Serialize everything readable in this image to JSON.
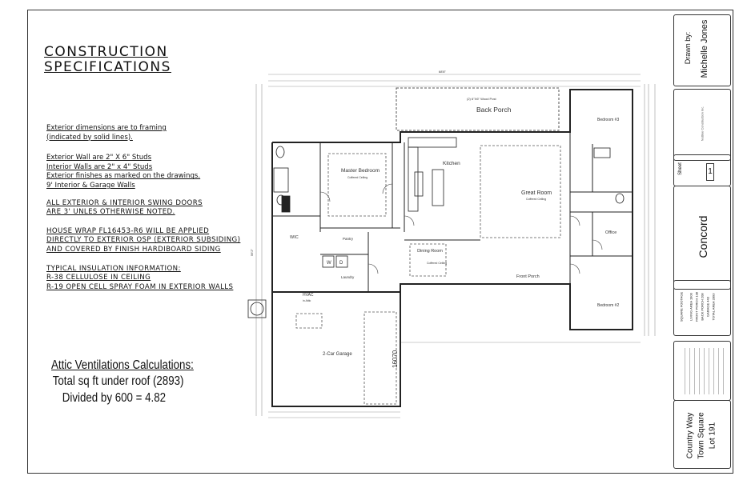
{
  "specs": {
    "title_line1": "CONSTRUCTION",
    "title_line2": "SPECIFICATIONS",
    "note1": [
      "Exterior dimensions are to framing",
      "(indicated by solid lines)."
    ],
    "note2": [
      "Exterior Wall are 2\" X 6\" Studs",
      "Interior Walls are 2\" x 4\" Studs",
      "Exterior finishes as marked on the drawings.",
      "9' Interior & Garage Walls"
    ],
    "note3": [
      "ALL EXTERIOR & INTERIOR SWING DOORS",
      "ARE 3' UNLES OTHERWISE NOTED."
    ],
    "note4": [
      "HOUSE WRAP FL16453-R6 WILL BE APPLIED",
      "DIRECTLY TO EXTERIOR OSP (EXTERIOR SUBSIDING)",
      "AND COVERED BY FINISH HARDIBOARD SIDING"
    ],
    "note5": [
      "TYPICAL INSULATION INFORMATION:",
      "R-38 CELLULOSE IN CEILING",
      "R-19 OPEN CELL SPRAY FOAM IN EXTERIOR WALLS"
    ]
  },
  "attic": {
    "title": "Attic Ventilations Calculations:",
    "line1": "Total sq ft under roof (2893)",
    "line2": "Divided by 600 = 4.82"
  },
  "plan": {
    "back_porch": "Back Porch",
    "wood_post": "(2) 6\"X6\" Wood Post",
    "master_bedroom": "Master Bedroom",
    "coffered": "Coffered Ceiling",
    "kitchen": "Kitchen",
    "great_room": "Great Room",
    "bedroom3": "Bedroom #3",
    "bedroom2": "Bedroom #2",
    "office": "Office",
    "pantry": "Pantry",
    "wic": "WIC",
    "laundry": "Laundry",
    "dining_room": "Dining Room",
    "front_porch": "Front Porch",
    "garage": "2-Car Garage",
    "hvac": "HVAC",
    "hvac_sub": "in Attic",
    "garage_dim": "16070",
    "washer": "W",
    "dryer": "D",
    "dim_top": "68'8\"",
    "dim_left": "56'2\""
  },
  "title_block": {
    "drawn_by_label": "Drawn by:",
    "drawn_by_name": "Michelle Jones",
    "company": "Nuttlee Construction Inc.",
    "sheet_label": "Sheet",
    "sheet_number": "1",
    "plan_name": "Concord",
    "footage_title": "SQUARE FOOTAGE",
    "footage": [
      [
        "LIVING AREA",
        "1900"
      ],
      [
        "FRONT PORCH",
        "138"
      ],
      [
        "BACK PORCH",
        "208"
      ],
      [
        "GARAGE",
        "443"
      ],
      [
        "TOTAL AREA",
        "2893"
      ]
    ],
    "address1": "Country Way",
    "address2": "Town Square",
    "address3": "Lot 191"
  },
  "colors": {
    "line": "#222222",
    "light": "#777777"
  }
}
